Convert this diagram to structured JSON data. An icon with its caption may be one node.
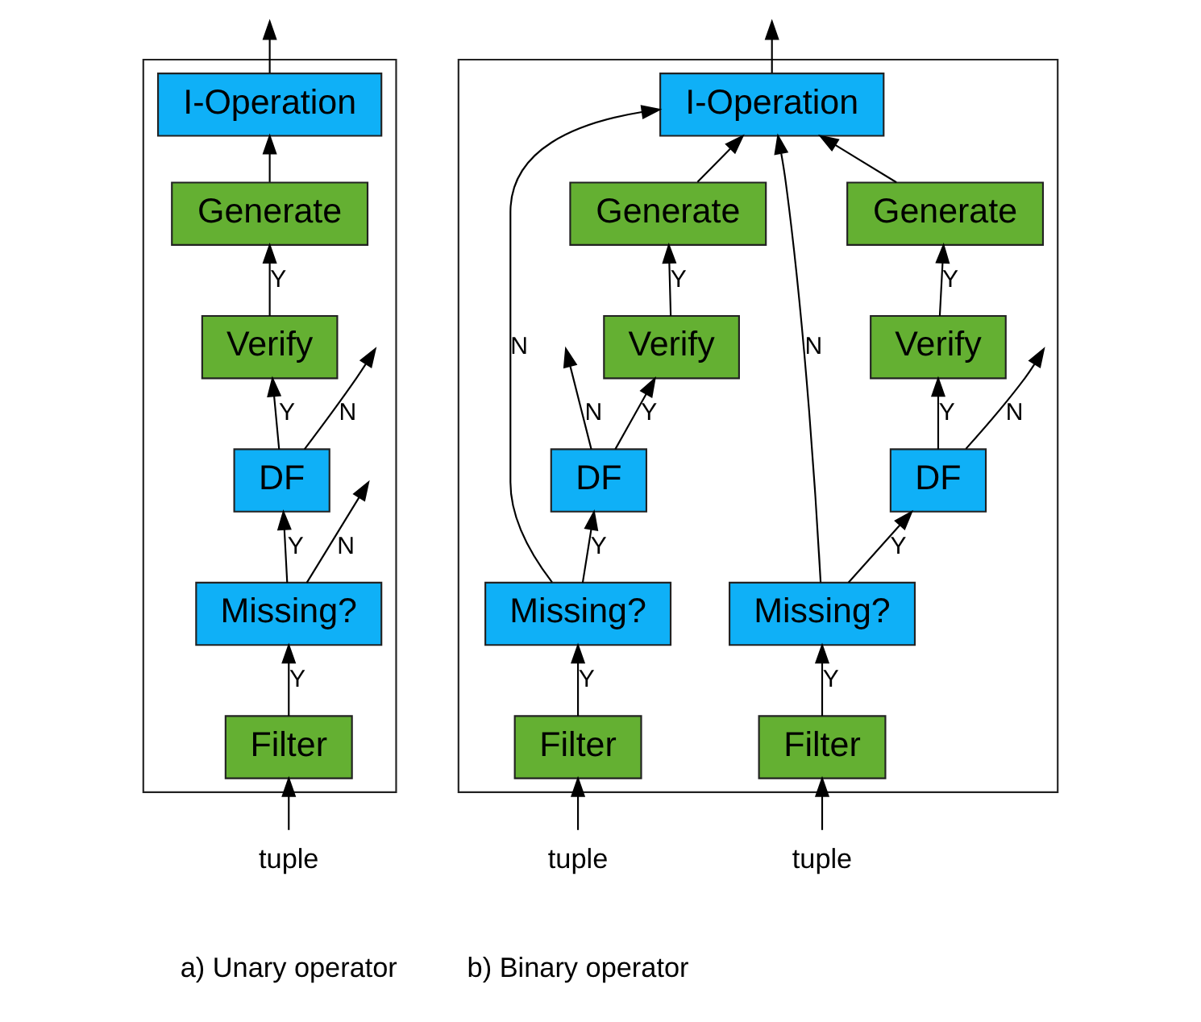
{
  "diagram": {
    "nodes": [
      {
        "text": [],
        "shape": "box"
      },
      {
        "text": [
          "I-Operation"
        ],
        "in": 0
      },
      {
        "text": [
          "Generate"
        ],
        "in": 0
      },
      {
        "text": [
          "Verify"
        ],
        "in": 0
      },
      {
        "text": [
          "DF"
        ],
        "in": 0
      },
      {
        "text": [
          "Missing?"
        ],
        "in": 0
      },
      {
        "text": [
          "Filter"
        ],
        "in": 0
      },
      {
        "text": [
          "tuple"
        ]
      },
      {
        "text": [],
        "shape": "box"
      },
      {
        "text": [
          "I-Operation"
        ],
        "in": 8
      },
      {
        "text": [
          "Generate"
        ],
        "in": 8
      },
      {
        "text": [
          "Generate"
        ],
        "in": 8
      },
      {
        "text": [
          "Verify"
        ],
        "in": 8
      },
      {
        "text": [
          "Verify"
        ],
        "in": 8
      },
      {
        "text": [
          "DF"
        ],
        "in": 8
      },
      {
        "text": [
          "DF"
        ],
        "in": 8
      },
      {
        "text": [
          "Missing?"
        ],
        "in": 8
      },
      {
        "text": [
          "Missing?"
        ],
        "in": 8
      },
      {
        "text": [
          "Filter"
        ],
        "in": 8
      },
      {
        "text": [
          "Filter"
        ],
        "in": 8
      },
      {
        "text": [
          "tuple"
        ]
      },
      {
        "text": [
          "tuple"
        ]
      }
    ],
    "edges": [
      {
        "from": 7,
        "to": 6,
        "arrow": "to"
      },
      {
        "from": 6,
        "to": 5,
        "arrow": "to",
        "label": "Y"
      },
      {
        "from": 5,
        "to": 4,
        "arrow": "to",
        "label": "Y"
      },
      {
        "from": 4,
        "to": 3,
        "arrow": "to",
        "label": "Y"
      },
      {
        "from": 3,
        "to": 2,
        "arrow": "to",
        "label": "Y"
      },
      {
        "from": 2,
        "to": 1,
        "arrow": "to"
      },
      {
        "from": 1,
        "to": null,
        "arrow": "to"
      },
      {
        "from": 5,
        "to": null,
        "arrow": "to",
        "label": "N"
      },
      {
        "from": 4,
        "to": null,
        "arrow": "to",
        "label": "N"
      },
      {
        "from": 20,
        "to": 18,
        "arrow": "to"
      },
      {
        "from": 18,
        "to": 16,
        "arrow": "to",
        "label": "Y"
      },
      {
        "from": 16,
        "to": 14,
        "arrow": "to",
        "label": "Y"
      },
      {
        "from": 14,
        "to": 12,
        "arrow": "to",
        "label": "Y"
      },
      {
        "from": 12,
        "to": 10,
        "arrow": "to",
        "label": "Y"
      },
      {
        "from": 10,
        "to": 9,
        "arrow": "to"
      },
      {
        "from": 16,
        "to": 9,
        "arrow": "to",
        "label": "N"
      },
      {
        "from": 14,
        "to": null,
        "arrow": "to",
        "label": "N"
      },
      {
        "from": 21,
        "to": 19,
        "arrow": "to"
      },
      {
        "from": 19,
        "to": 17,
        "arrow": "to",
        "label": "Y"
      },
      {
        "from": 17,
        "to": 15,
        "arrow": "to",
        "label": "Y"
      },
      {
        "from": 15,
        "to": 13,
        "arrow": "to",
        "label": "Y"
      },
      {
        "from": 13,
        "to": 11,
        "arrow": "to",
        "label": "Y"
      },
      {
        "from": 11,
        "to": 9,
        "arrow": "to"
      },
      {
        "from": 17,
        "to": 9,
        "arrow": "to",
        "label": "N"
      },
      {
        "from": 15,
        "to": null,
        "arrow": "to",
        "label": "N"
      },
      {
        "from": 9,
        "to": null,
        "arrow": "to"
      }
    ],
    "labels": [
      "a) Unary operator",
      "b) Binary operator"
    ]
  }
}
